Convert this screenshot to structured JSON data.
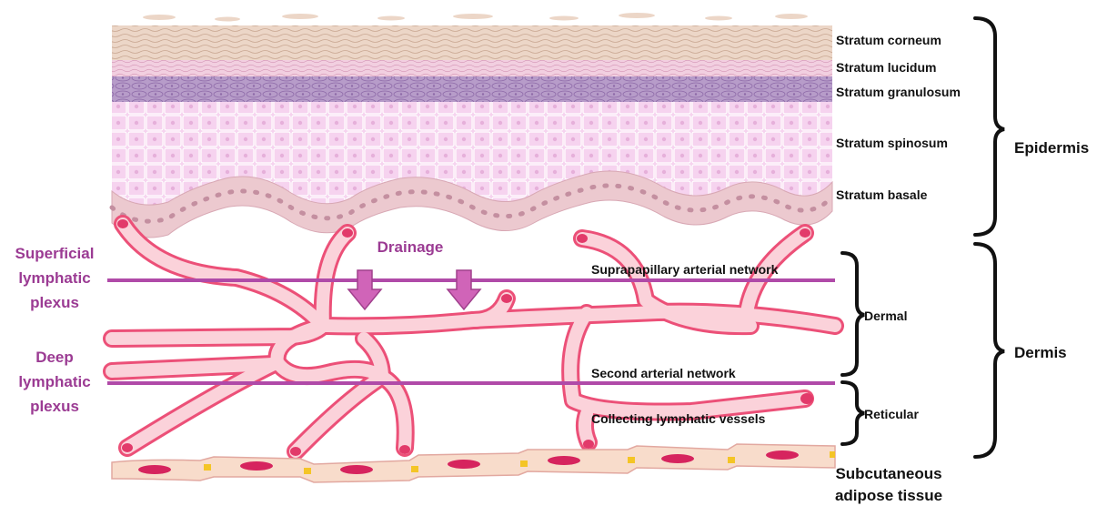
{
  "colors": {
    "corneum": "#ecd6c7",
    "lucidum": "#f2cfe0",
    "granulosum": "#b79cc9",
    "spinosum": "#f6d3ef",
    "basale": "#ecc9cf",
    "vessel_fill": "#fbd2da",
    "vessel_edge": "#ec5078",
    "plexus_line": "#b04aa8",
    "arrow": "#d064b8",
    "adipose_cell": "#f8dccb",
    "adipose_nucleus": "#d6245e",
    "adipose_junction": "#f4c526"
  },
  "epidermis_layers": [
    {
      "label": "Stratum corneum"
    },
    {
      "label": "Stratum lucidum"
    },
    {
      "label": "Stratum granulosum"
    },
    {
      "label": "Stratum spinosum"
    },
    {
      "label": "Stratum basale"
    }
  ],
  "dermis_networks": {
    "suprapapillary": "Suprapapillary arterial network",
    "second": "Second arterial network",
    "collecting": "Collecting lymphatic vessels"
  },
  "regions": {
    "epidermis": "Epidermis",
    "dermis": "Dermis",
    "dermal": "Dermal",
    "reticular": "Reticular",
    "subcutaneous_line1": "Subcutaneous",
    "subcutaneous_line2": "adipose tissue"
  },
  "plexus": {
    "superficial_line1": "Superficial",
    "superficial_line2": "lymphatic",
    "superficial_line3": "plexus",
    "deep_line1": "Deep",
    "deep_line2": "lymphatic",
    "deep_line3": "plexus",
    "drainage": "Drainage"
  }
}
